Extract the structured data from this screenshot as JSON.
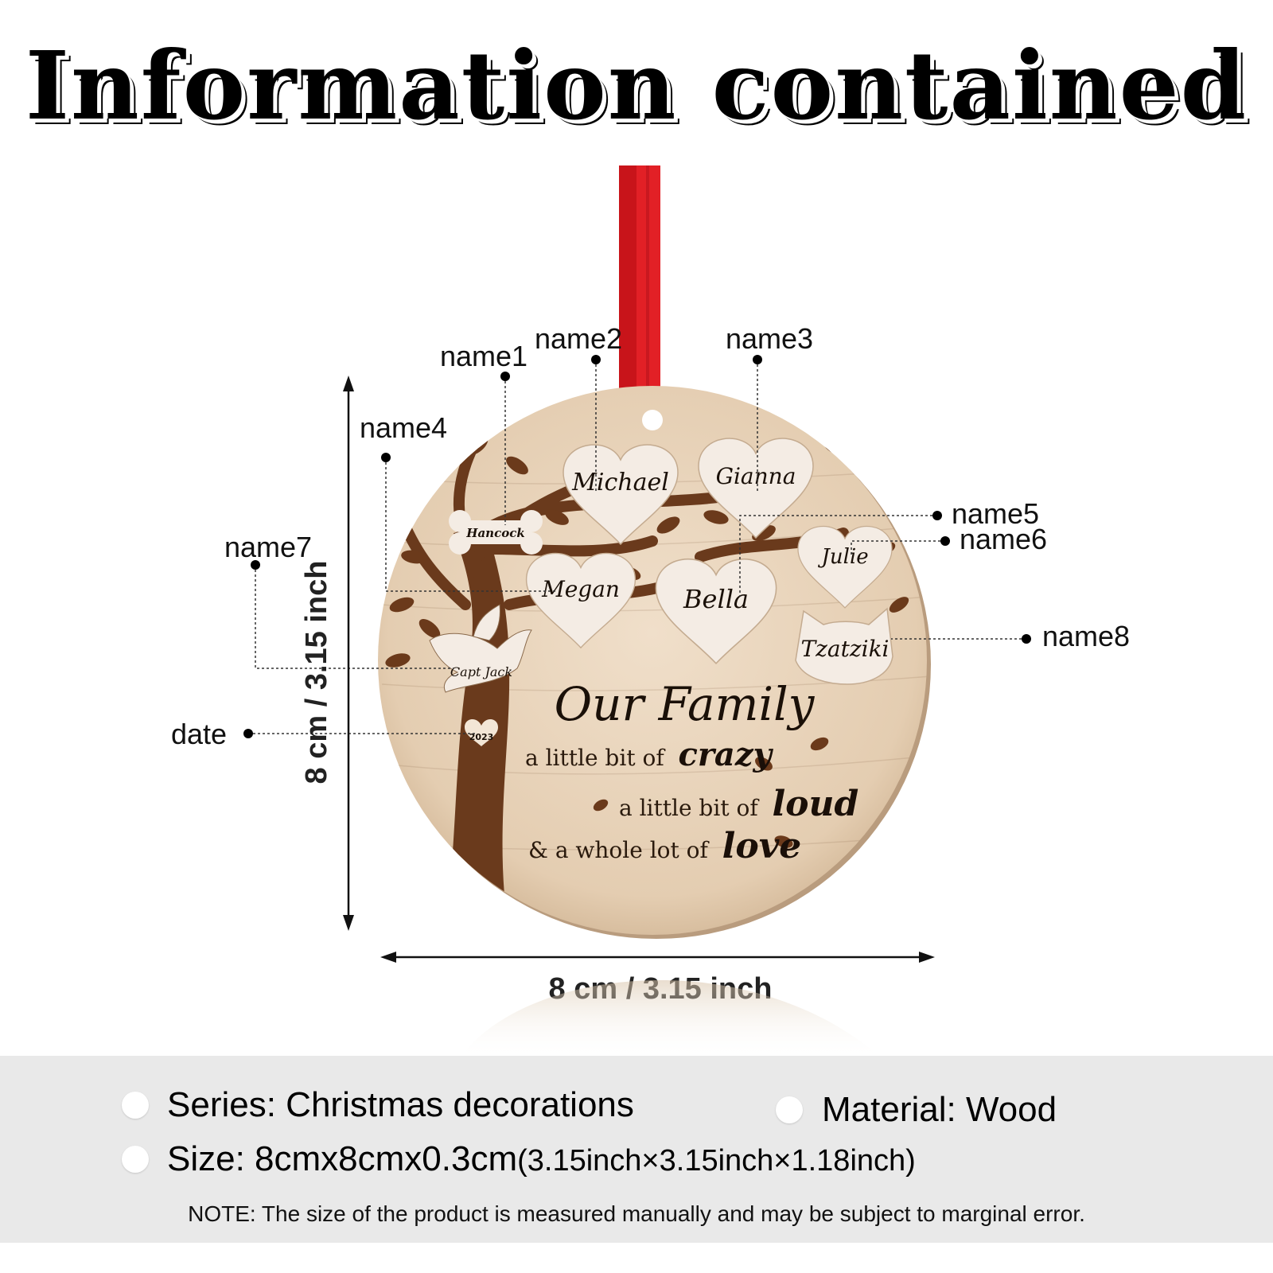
{
  "title": "Information contained",
  "ornament": {
    "hearts": [
      "Michael",
      "Gianna",
      "Megan",
      "Bella",
      "Julie"
    ],
    "bone_name": "Hancock",
    "cat_name": "Tzatziki",
    "bird_name": "Capt Jack",
    "date": "2023",
    "headline": "Our Family",
    "line1_prefix": "a little bit of",
    "line1_word": "crazy",
    "line2_prefix": "a little bit of",
    "line2_word": "loud",
    "line3_prefix": "& a whole lot of",
    "line3_word": "love"
  },
  "callouts": {
    "name1": "name1",
    "name2": "name2",
    "name3": "name3",
    "name4": "name4",
    "name5": "name5",
    "name6": "name6",
    "name7": "name7",
    "name8": "name8",
    "date": "date"
  },
  "dimensions": {
    "height_label": "8 cm / 3.15 inch",
    "width_label": "8 cm / 3.15 inch"
  },
  "specs": {
    "series": "Series: Christmas decorations",
    "material": "Material: Wood",
    "size_main": "Size: 8cmx8cmx0.3cm",
    "size_inch": "(3.15inch×3.15inch×1.18inch)",
    "note": "NOTE: The size of the product is measured manually and may be subject to marginal error."
  },
  "colors": {
    "ribbon": "#d11a1a",
    "wood_light": "#e9d6bf",
    "wood_dark": "#6a3a1c",
    "heart": "#f4ece4",
    "info_panel": "#e9e9e9"
  }
}
